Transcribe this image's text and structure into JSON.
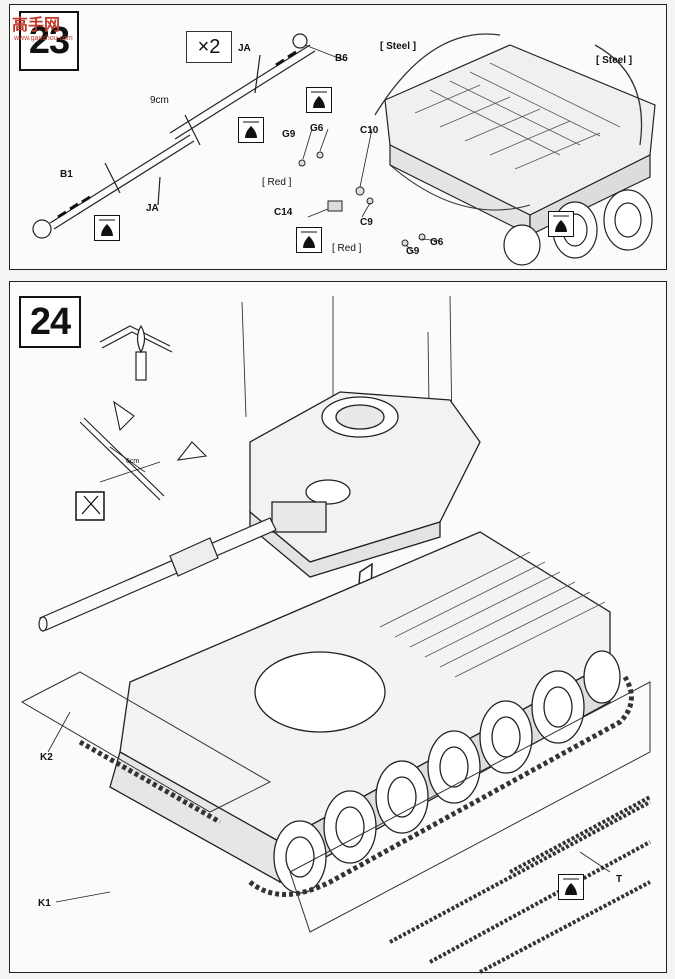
{
  "watermark": {
    "brand": "高手网",
    "url": "www.gaoshou.com"
  },
  "step23": {
    "number": "23",
    "multiplier": "×2",
    "labels": {
      "JA_top": "JA",
      "JA_bottom": "JA",
      "nine_cm": "9cm",
      "B1": "B1",
      "B6": "B6",
      "G9_upper": "G9",
      "G6_upper": "G6",
      "C10": "C10",
      "red_upper": "[ Red ]",
      "C14": "C14",
      "C9": "C9",
      "red_lower": "[ Red ]",
      "G9_lower": "G9",
      "G6_lower": "G6",
      "steel_left": "[ Steel ]",
      "steel_right": "[ Steel ]"
    }
  },
  "step24": {
    "number": "24",
    "labels": {
      "six_cm": "6cm",
      "K2": "K2",
      "K1": "K1",
      "T": "T"
    }
  },
  "icons": {
    "glue": "glue-drop-icon",
    "candle": "candle-heat-icon",
    "cutter": "nipper-cut-icon",
    "arrow": "arrow-icon"
  }
}
